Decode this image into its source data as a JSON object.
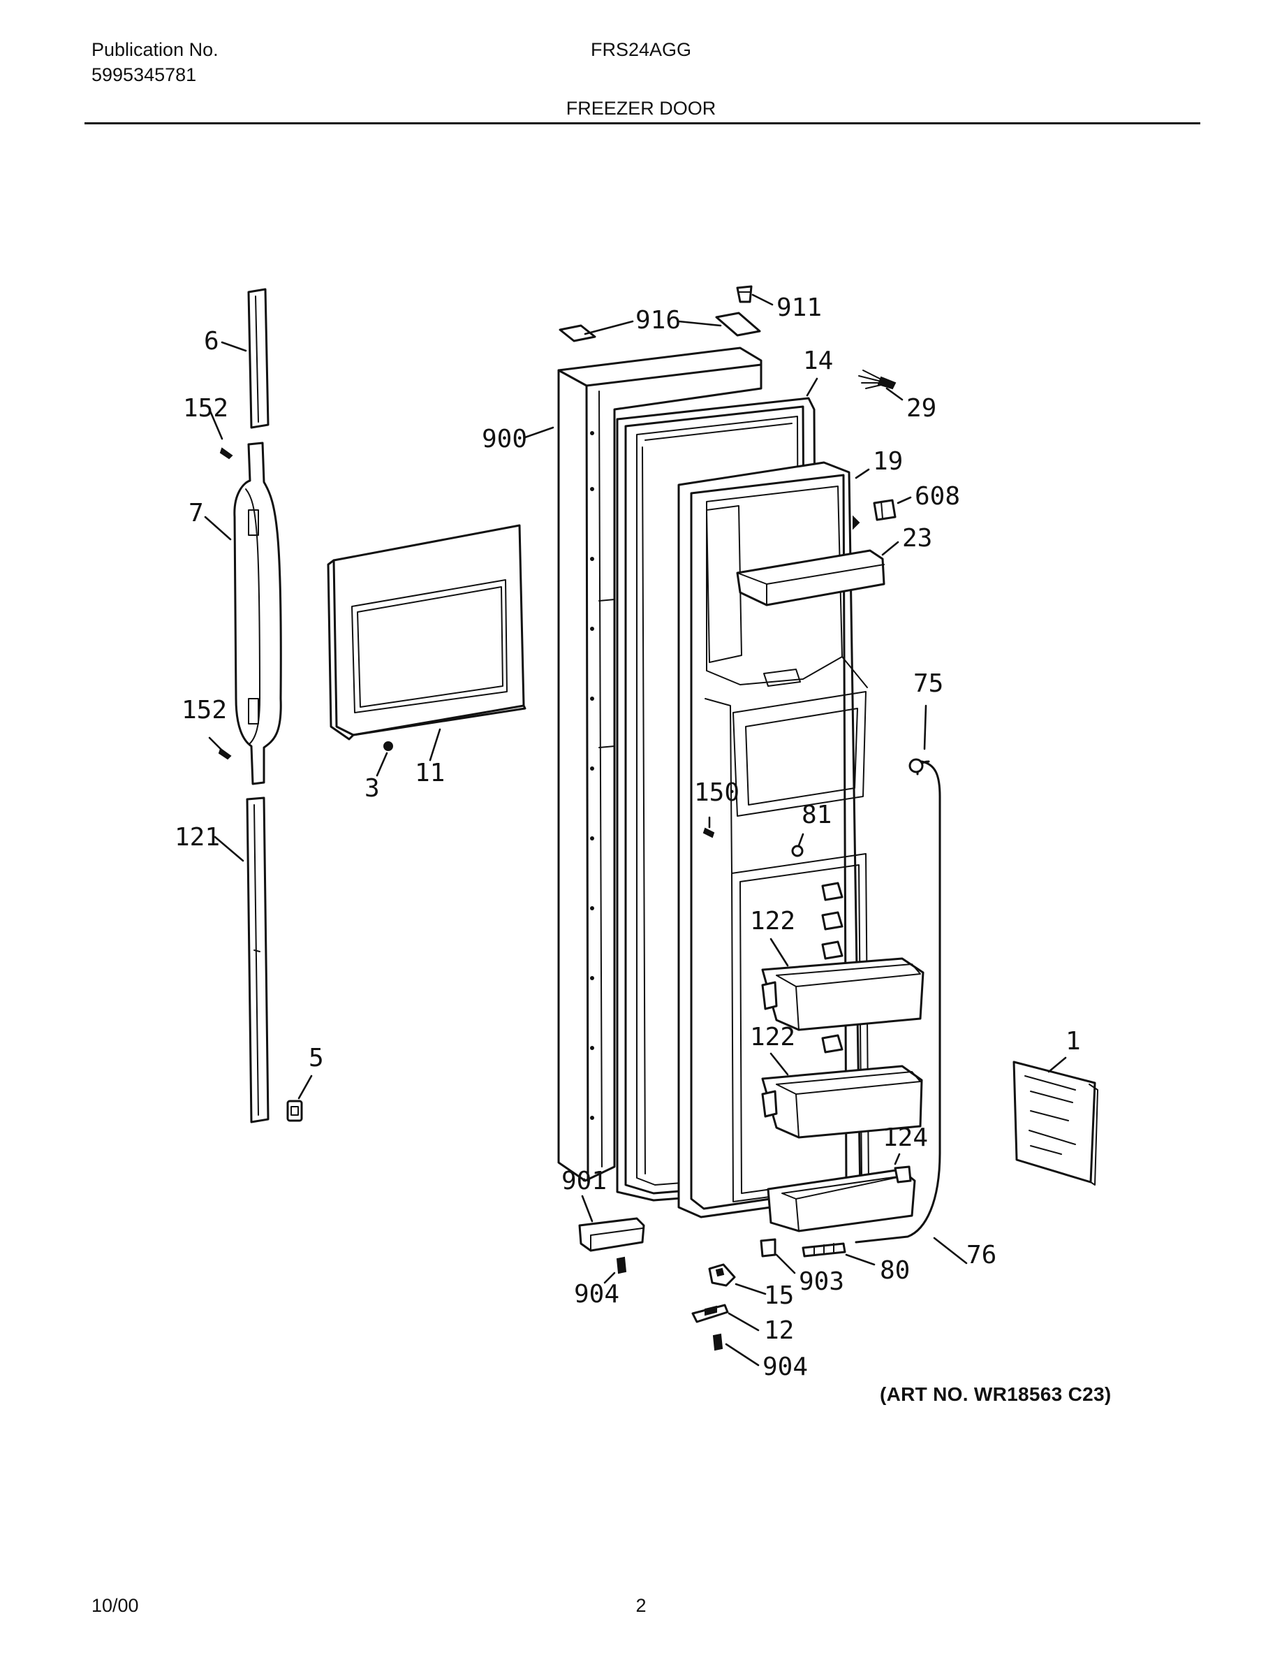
{
  "header": {
    "publication_label": "Publication No.",
    "publication_number": "5995345781",
    "model": "FRS24AGG",
    "section_title": "FREEZER DOOR"
  },
  "footer": {
    "date": "10/00",
    "page_number": "2"
  },
  "art_number": "(ART NO. WR18563 C23)",
  "callouts": {
    "c911": "911",
    "c916": "916",
    "c14": "14",
    "c29": "29",
    "c900": "900",
    "c19": "19",
    "c608": "608",
    "c23": "23",
    "c6": "6",
    "c152a": "152",
    "c7": "7",
    "c152b": "152",
    "c121": "121",
    "c5": "5",
    "c3": "3",
    "c11": "11",
    "c75": "75",
    "c150": "150",
    "c81": "81",
    "c122a": "122",
    "c122b": "122",
    "c124": "124",
    "c1": "1",
    "c901": "901",
    "c904a": "904",
    "c15": "15",
    "c903": "903",
    "c80": "80",
    "c76": "76",
    "c12": "12",
    "c904b": "904"
  }
}
